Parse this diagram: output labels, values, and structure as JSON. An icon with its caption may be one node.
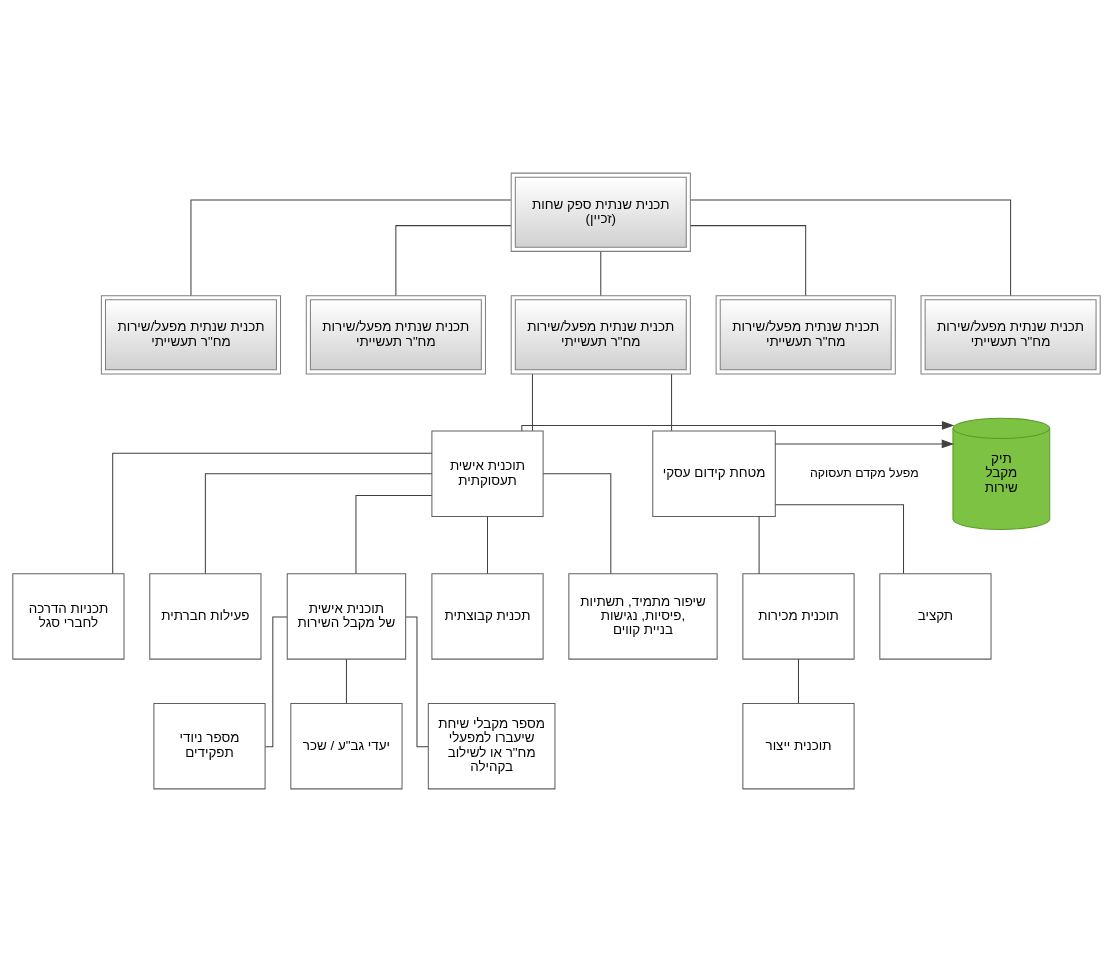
{
  "diagram": {
    "nodes": [
      {
        "text": [
          "תכנית שנתית ספק שחות (זכיין)"
        ]
      },
      {
        "text": [
          "תכנית שנתית מפעל/שירות מח\"ר תעשייתי"
        ]
      },
      {
        "text": [
          "תכנית שנתית מפעל/שירות מח\"ר תעשייתי"
        ]
      },
      {
        "text": [
          "תכנית שנתית מפעל/שירות מח\"ר תעשייתי"
        ]
      },
      {
        "text": [
          "תכנית שנתית מפעל/שירות מח\"ר תעשייתי"
        ]
      },
      {
        "text": [
          "תכנית שנתית מפעל/שירות מח\"ר תעשייתי"
        ]
      },
      {
        "text": [
          "תוכנית אישית תעסוקתית"
        ]
      },
      {
        "text": [
          "תיק מקבל שירות"
        ]
      },
      {
        "text": [
          "מטחת קידום עסקי"
        ]
      },
      {
        "text": [
          "תכניות הדרכה לחברי סגל"
        ]
      },
      {
        "text": [
          "פעילות חברתית"
        ]
      },
      {
        "text": [
          "תוכנית אישית של מקבל השירות"
        ]
      },
      {
        "text": [
          "תכנית קבוצתית"
        ]
      },
      {
        "text": [
          "שיפור מתמיד, תשתיות פיסיות, נגישות, בניית קווים"
        ]
      },
      {
        "text": [
          "תוכנית מכירות"
        ]
      },
      {
        "text": [
          "תקציב"
        ]
      },
      {
        "text": [
          "מספר ניודי תפקידים"
        ]
      },
      {
        "text": [
          "יעדי גב\"ע / שכר"
        ]
      },
      {
        "text": [
          "מספר מקבלי שיחת שיעברו למפעלי מח\"ר או לשילוב בקהילה"
        ]
      },
      {
        "text": [
          "תוכנית ייצור"
        ]
      }
    ],
    "edges": [
      {
        "from": 0,
        "to": 1,
        "arrow": "none"
      },
      {
        "from": 0,
        "to": 2,
        "arrow": "none"
      },
      {
        "from": 0,
        "to": 3,
        "arrow": "none"
      },
      {
        "from": 0,
        "to": 4,
        "arrow": "none"
      },
      {
        "from": 0,
        "to": 5,
        "arrow": "none"
      },
      {
        "from": 3,
        "to": 6,
        "arrow": "none"
      },
      {
        "from": 3,
        "to": 8,
        "arrow": "none"
      },
      {
        "from": 6,
        "to": 7,
        "arrow": "to"
      },
      {
        "from": 8,
        "to": 7,
        "arrow": "to"
      },
      {
        "from": 6,
        "to": 9,
        "arrow": "none"
      },
      {
        "from": 6,
        "to": 10,
        "arrow": "none"
      },
      {
        "from": 6,
        "to": 11,
        "arrow": "none"
      },
      {
        "from": 6,
        "to": 12,
        "arrow": "none"
      },
      {
        "from": 6,
        "to": 13,
        "arrow": "none"
      },
      {
        "from": 8,
        "to": 14,
        "arrow": "none"
      },
      {
        "from": 8,
        "to": 15,
        "arrow": "none"
      },
      {
        "from": 11,
        "to": 16,
        "arrow": "none"
      },
      {
        "from": 11,
        "to": 17,
        "arrow": "none"
      },
      {
        "from": 11,
        "to": 18,
        "arrow": "none"
      },
      {
        "from": 14,
        "to": 19,
        "arrow": "none"
      }
    ],
    "labels": [
      "מפעל מקדם תעסוקה"
    ]
  }
}
